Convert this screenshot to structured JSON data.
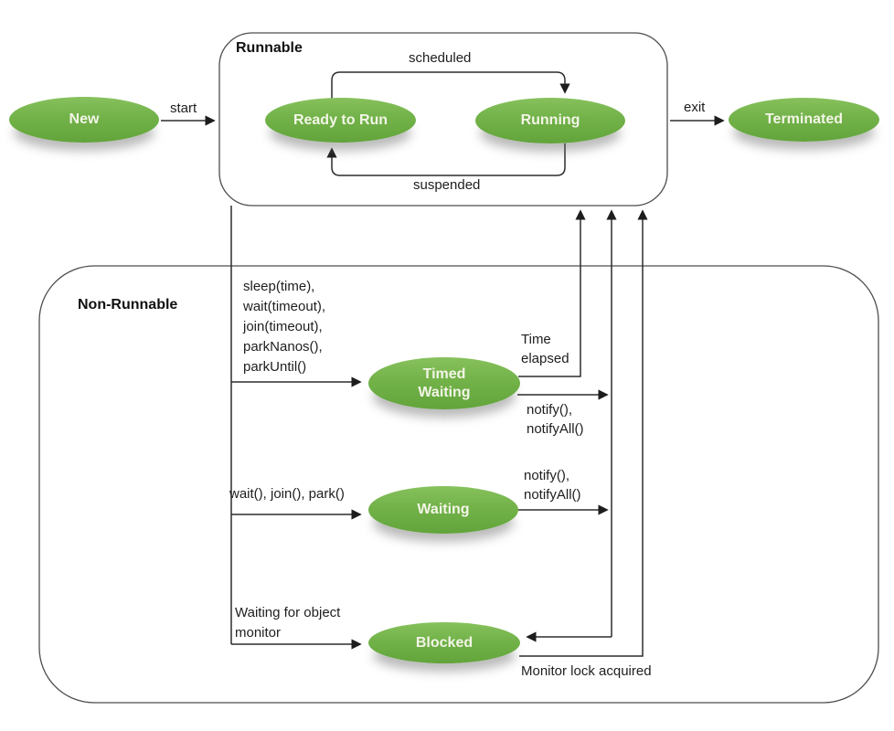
{
  "states": {
    "new": "New",
    "ready_to_run": "Ready to Run",
    "running": "Running",
    "terminated": "Terminated",
    "timed_waiting": [
      "Timed",
      "Waiting"
    ],
    "waiting": "Waiting",
    "blocked": "Blocked"
  },
  "groups": {
    "runnable": "Runnable",
    "non_runnable": "Non-Runnable"
  },
  "transitions": {
    "start": "start",
    "exit": "exit",
    "scheduled": "scheduled",
    "suspended": "suspended",
    "to_timed_waiting": [
      "sleep(time),",
      "wait(timeout),",
      "join(timeout),",
      "parkNanos(),",
      "parkUntil()"
    ],
    "time_elapsed": [
      "Time",
      "elapsed"
    ],
    "notify_from_timed": [
      "notify(),",
      "notifyAll()"
    ],
    "notify_from_waiting": [
      "notify(),",
      "notifyAll()"
    ],
    "to_waiting": "wait(), join(), park()",
    "to_blocked": [
      "Waiting for object",
      "monitor"
    ],
    "monitor_lock_acquired": "Monitor lock acquired"
  },
  "colors": {
    "state_fill_top": "#87c15d",
    "state_fill_bottom": "#62a43b",
    "state_text": "#f3f5e7",
    "connector": "#2d2d2d",
    "background": "#ffffff"
  }
}
